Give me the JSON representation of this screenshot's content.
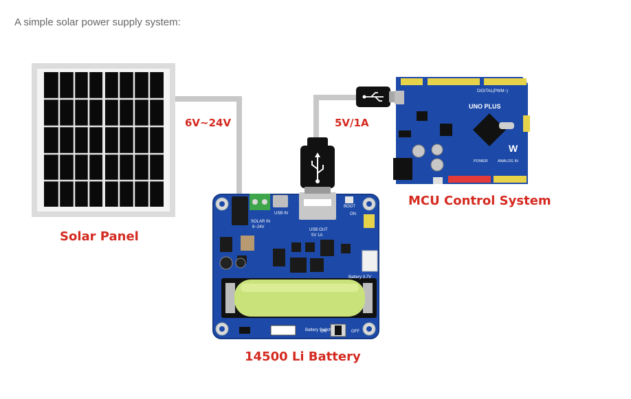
{
  "intro_text": "A simple solar power supply system:",
  "labels": {
    "solar_panel": "Solar Panel",
    "battery": "14500 Li Battery",
    "mcu": "MCU Control System",
    "voltage_in": "6V~24V",
    "voltage_out": "5V/1A"
  },
  "board_silkscreen": {
    "solar_in": "SOLAR IN",
    "solar_in_range": "6~24V",
    "usb_in": "USB IN",
    "usb_out": "USB OUT",
    "usb_out_rating": "5V 1A",
    "boot": "BOOT",
    "on": "ON",
    "off": "OFF",
    "battery_rating": "Battery 3.7V",
    "battery_switch": "Battery Switch"
  },
  "mcu_silkscreen": {
    "model": "UNO PLUS",
    "digital": "DIGITAL(PWM~)",
    "power": "POWER",
    "analog": "ANALOG IN",
    "logo": "W"
  },
  "colors": {
    "label_red": "#d42a20",
    "pcb_blue": "#1d4aa8",
    "cable_gray": "#c8c8c8",
    "battery_green": "#c9e27a"
  }
}
